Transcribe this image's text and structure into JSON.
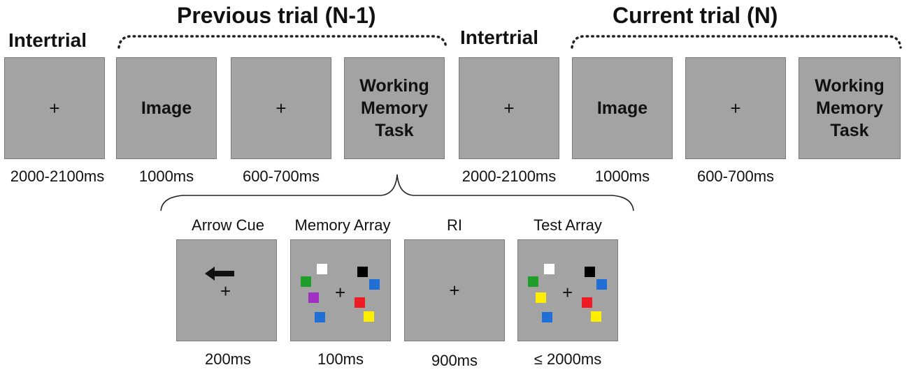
{
  "headers": {
    "intertrial_1": "Intertrial",
    "previous_trial": "Previous trial (N-1)",
    "intertrial_2": "Intertrial",
    "current_trial": "Current trial (N)"
  },
  "top_boxes": [
    {
      "label": "+",
      "duration": "2000-2100ms"
    },
    {
      "label": "Image",
      "duration": "1000ms"
    },
    {
      "label": "+",
      "duration": "600-700ms"
    },
    {
      "label": "Working\nMemory\nTask",
      "duration": ""
    },
    {
      "label": "+",
      "duration": "2000-2100ms"
    },
    {
      "label": "Image",
      "duration": "1000ms"
    },
    {
      "label": "+",
      "duration": "600-700ms"
    },
    {
      "label": "Working\nMemory\nTask",
      "duration": ""
    }
  ],
  "sub_boxes": [
    {
      "title": "Arrow Cue",
      "duration": "200ms"
    },
    {
      "title": "Memory Array",
      "duration": "100ms"
    },
    {
      "title": "RI",
      "duration": "900ms"
    },
    {
      "title": "Test Array",
      "duration": "≤ 2000ms"
    }
  ],
  "fixation": "+",
  "colors": {
    "box_fill": "#a3a3a3",
    "white": "#ffffff",
    "black": "#000000",
    "green": "#1f9e2c",
    "blue": "#1f6fd6",
    "purple": "#a02fc4",
    "red": "#ee1b24",
    "yellow": "#ffee00"
  },
  "memory_array_squares": [
    "white",
    "black",
    "green",
    "blue",
    "purple",
    "red",
    "blue",
    "yellow"
  ],
  "test_array_squares": [
    "white",
    "black",
    "green",
    "blue",
    "yellow",
    "red",
    "blue",
    "yellow"
  ]
}
